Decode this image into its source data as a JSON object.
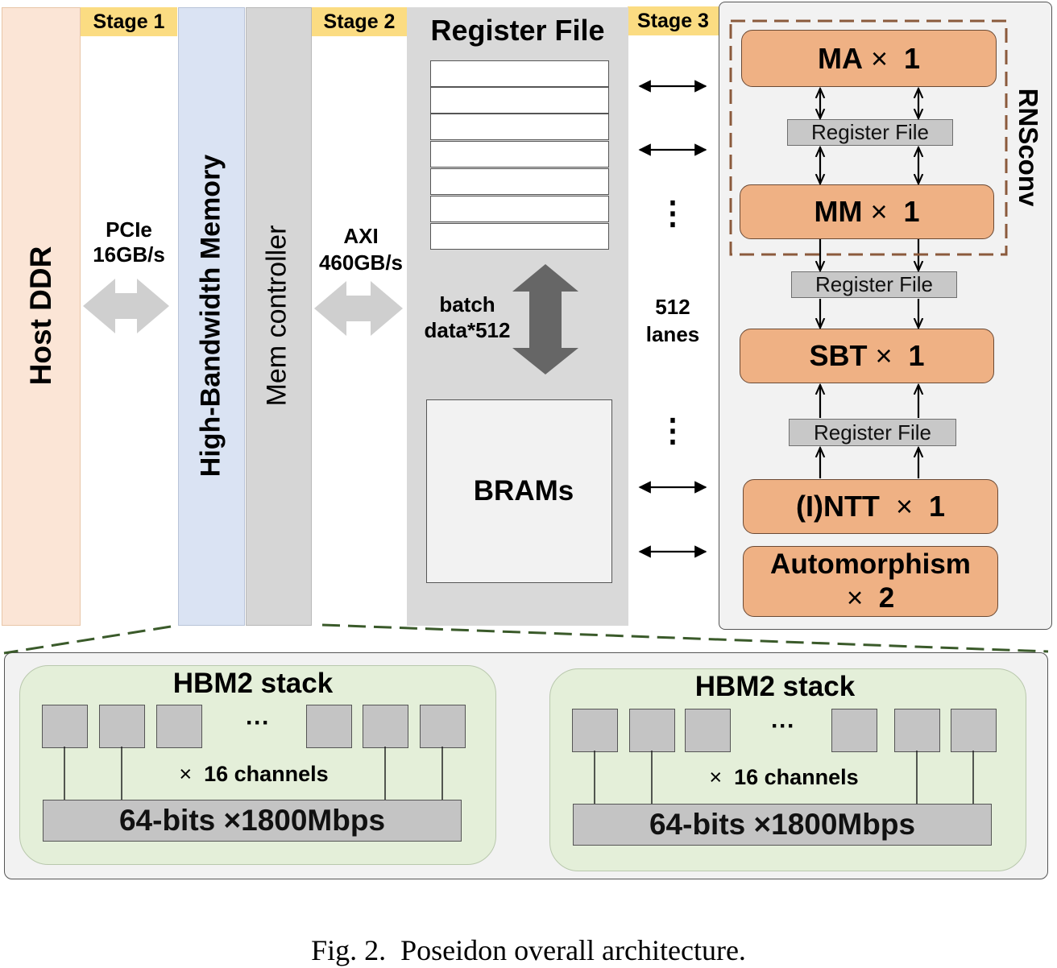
{
  "stages": {
    "stage1": "Stage 1",
    "stage2": "Stage 2",
    "stage3": "Stage 3"
  },
  "host_ddr": "Host DDR",
  "pcie": {
    "line1": "PCIe",
    "line2": "16GB/s"
  },
  "hbm": "High-Bandwidth Memory",
  "mem_controller": "Mem controller",
  "axi": {
    "line1": "AXI",
    "line2": "460GB/s"
  },
  "register_file": {
    "title": "Register File",
    "rows": 7
  },
  "batch": {
    "line1": "batch",
    "line2": "data*512"
  },
  "brams": "BRAMs",
  "lanes": {
    "dots": "⋮",
    "line1": "512",
    "line2": "lanes"
  },
  "rnsconv": "RNSconv",
  "units": {
    "ma": {
      "name": "MA",
      "times": "×",
      "count": "1"
    },
    "mm": {
      "name": "MM",
      "times": "×",
      "count": "1"
    },
    "sbt": {
      "name": "SBT",
      "times": "×",
      "count": "1"
    },
    "ntt": {
      "name": "(I)NTT",
      "times": "×",
      "count": "1"
    },
    "automorphism": {
      "name": "Automorphism",
      "times": "×",
      "count": "2"
    }
  },
  "small_register_file": "Register File",
  "hbm_stacks": [
    {
      "title": "HBM2 stack",
      "dots": "···",
      "times": "×",
      "channels": "16 channels",
      "bus": "64-bits ×1800Mbps"
    },
    {
      "title": "HBM2 stack",
      "dots": "···",
      "times": "×",
      "channels": "16 channels",
      "bus": "64-bits ×1800Mbps"
    }
  ],
  "caption": "Fig. 2.  Poseidon overall architecture.",
  "colors": {
    "host": "#fbe5d6",
    "hbm": "#dae3f3",
    "memctl": "#d6d6d6",
    "regfile": "#d9d9d9",
    "stage": "#fbdc82",
    "unit": "#efb184",
    "stack": "#e4efd9",
    "dashed_orange": "#8b5a3c",
    "dashed_green": "#3a5a2a"
  }
}
